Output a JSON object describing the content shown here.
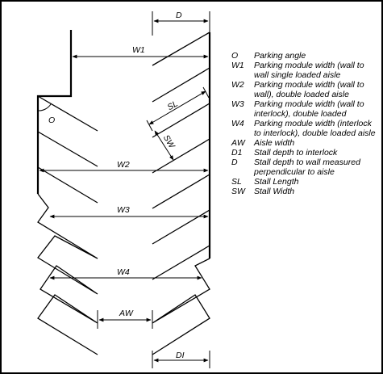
{
  "labels": {
    "d": "D",
    "w1": "W1",
    "w2": "W2",
    "w3": "W3",
    "w4": "W4",
    "sl": "SL",
    "sw": "SW",
    "angle": "O",
    "aw": "AW",
    "di": "DI"
  },
  "legend": [
    {
      "key": "O",
      "desc": "Parking angle"
    },
    {
      "key": "W1",
      "desc": "Parking module width (wall to wall single loaded aisle"
    },
    {
      "key": "W2",
      "desc": "Parking module width (wall to wall), double loaded aisle"
    },
    {
      "key": "W3",
      "desc": "Parking module width (wall to interlock), double loaded"
    },
    {
      "key": "W4",
      "desc": "Parking module width (interlock to interlock), double loaded aisle"
    },
    {
      "key": "AW",
      "desc": "Aisle width"
    },
    {
      "key": "D1",
      "desc": "Stall depth to interlock"
    },
    {
      "key": "D",
      "desc": "Stall depth to wall measured perpendicular to aisle"
    },
    {
      "key": "SL",
      "desc": "Stall Length"
    },
    {
      "key": "SW",
      "desc": "Stall Width"
    }
  ]
}
